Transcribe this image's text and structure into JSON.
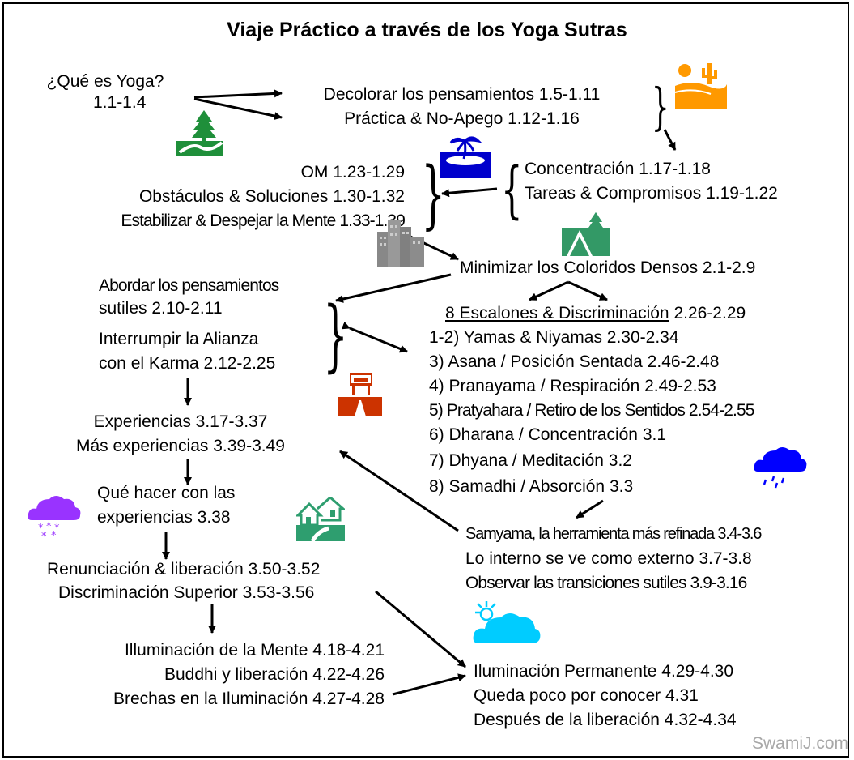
{
  "title": "Viaje Práctico a través de los Yoga Sutras",
  "credit": "SwamiJ.com",
  "colors": {
    "desert": "#ff9900",
    "forest": "#1f8f3a",
    "mountain": "#339966",
    "island": "#0000cc",
    "city": "#888888",
    "road": "#cc3300",
    "rain": "#0000ff",
    "snow": "#9933ff",
    "house": "#2e9e6f",
    "sky": "#00ccff"
  },
  "icons": [
    "desert-icon",
    "forest-icon",
    "island-icon",
    "mountain-icon",
    "city-icon",
    "road-icon",
    "rain-cloud-icon",
    "snow-cloud-icon",
    "houses-icon",
    "sun-cloud-icon"
  ],
  "nodes": {
    "que_es_yoga": [
      "¿Qué es Yoga?",
      "1.1-1.4"
    ],
    "decolorar": [
      "Decolorar los pensamientos 1.5-1.11",
      "Práctica & No-Apego 1.12-1.16"
    ],
    "concentracion": [
      "Concentración 1.17-1.18",
      "Tareas & Compromisos 1.19-1.22"
    ],
    "om": [
      "OM 1.23-1.29",
      "Obstáculos & Soluciones 1.30-1.32",
      "Estabilizar & Despejar la Mente 1.33-1.39"
    ],
    "minimizar": "Minimizar los Coloridos Densos 2.1-2.9",
    "abordar": [
      "Abordar los pensamientos",
      "sutiles 2.10-2.11",
      "Interrumpir la Alianza",
      "con el Karma 2.12-2.25"
    ],
    "escalones": {
      "head_underlined": "8 Escalones & Discriminación",
      "head_ref": " 2.26-2.29",
      "items": [
        "1-2) Yamas & Niyamas 2.30-2.34",
        "3) Asana / Posición Sentada 2.46-2.48",
        "4) Pranayama / Respiración 2.49-2.53",
        "5) Pratyahara / Retiro de los Sentidos 2.54-2.55",
        "6) Dharana / Concentración 3.1",
        "7) Dhyana / Meditación 3.2",
        "8) Samadhi / Absorción 3.3"
      ]
    },
    "experiencias": [
      "Experiencias 3.17-3.37",
      "Más experiencias 3.39-3.49"
    ],
    "que_hacer": [
      "Qué hacer con las",
      "experiencias 3.38"
    ],
    "samyama": [
      "Samyama, la herramienta más refinada 3.4-3.6",
      "Lo interno se ve como externo 3.7-3.8",
      "Observar las transiciones sutiles 3.9-3.16"
    ],
    "renunciacion": [
      "Renunciación & liberación 3.50-3.52",
      "Discriminación Superior 3.53-3.56"
    ],
    "illuminacion": [
      "Illuminación de la Mente 4.18-4.21",
      "Buddhi y liberación 4.22-4.26",
      "Brechas en la Iluminación 4.27-4.28"
    ],
    "permanente": [
      "Iluminación Permanente 4.29-4.30",
      "Queda poco por conocer 4.31",
      "Después de la liberación 4.32-4.34"
    ]
  }
}
